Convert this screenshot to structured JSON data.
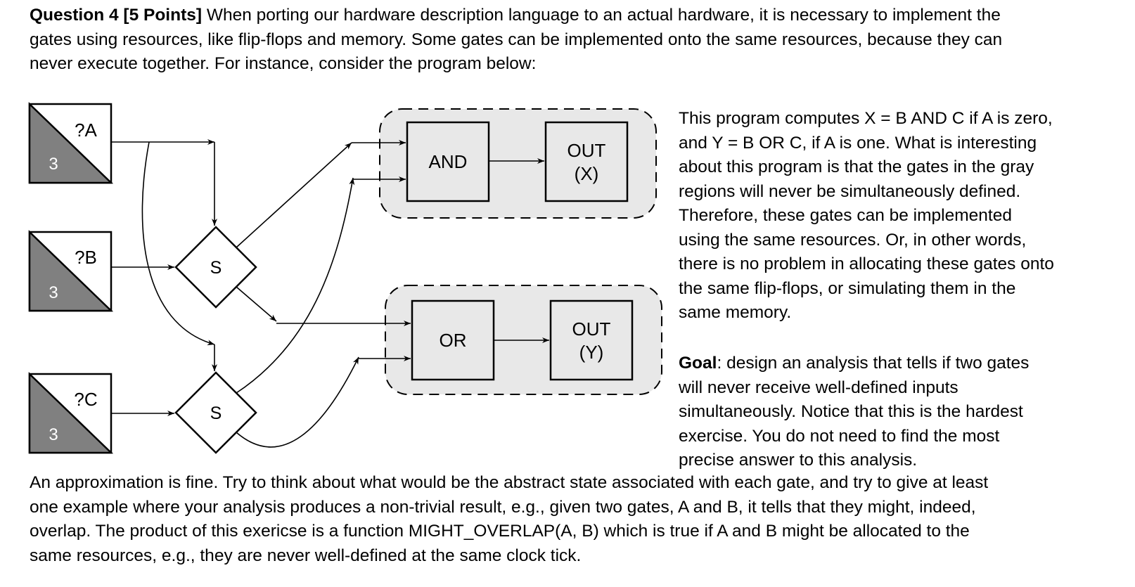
{
  "intro": {
    "heading": "Question 4 [5 Points]",
    "line1": " When porting our hardware description language to an actual hardware, it is necessary to implement the",
    "line2": "gates using resources, like flip-flops and memory. Some gates can be implemented onto the same resources, because they can",
    "line3": "never execute together. For instance, consider the program below:"
  },
  "side_text": {
    "lines": [
      "This program computes  X = B AND C if A is zero,",
      "and Y = B OR C, if A is one. What is interesting",
      "about this program is that the gates in the gray",
      "regions will never be simultaneously defined.",
      "Therefore, these gates can be implemented",
      "using the same resources. Or, in other words,",
      "there is no problem in allocating these gates onto",
      "the same flip-flops, or simulating them in the",
      "same memory."
    ]
  },
  "goal": {
    "label": "Goal",
    "first_line_rest": ": design an analysis that tells if two gates",
    "lines": [
      "will never receive well-defined inputs",
      "simultaneously. Notice that this is the hardest",
      "exercise. You do not need to find the most",
      "precise answer to this analysis."
    ]
  },
  "bottom": {
    "lines": [
      "An approximation is fine. Try to think about what would be the abstract state associated with each gate, and try to give at least",
      "one example where your analysis produces a non-trivial result, e.g., given two gates, A and B, it tells that they might, indeed,",
      "overlap. The product of this exericse is a function MIGHT_OVERLAP(A, B) which is true if A and B might be allocated to the",
      "same resources, e.g., they are never well-defined at the same clock tick."
    ]
  },
  "diagram": {
    "inputs": [
      {
        "label": "?A",
        "width": "3"
      },
      {
        "label": "?B",
        "width": "3"
      },
      {
        "label": "?C",
        "width": "3"
      }
    ],
    "selector_label": "S",
    "and_gate": "AND",
    "or_gate": "OR",
    "out_x": {
      "line1": "OUT",
      "line2": "(X)"
    },
    "out_y": {
      "line1": "OUT",
      "line2": "(Y)"
    },
    "colors": {
      "region_fill": "#e8e8e8",
      "triangle_fill": "#808080",
      "box_fill": "#e8e8e8"
    }
  }
}
